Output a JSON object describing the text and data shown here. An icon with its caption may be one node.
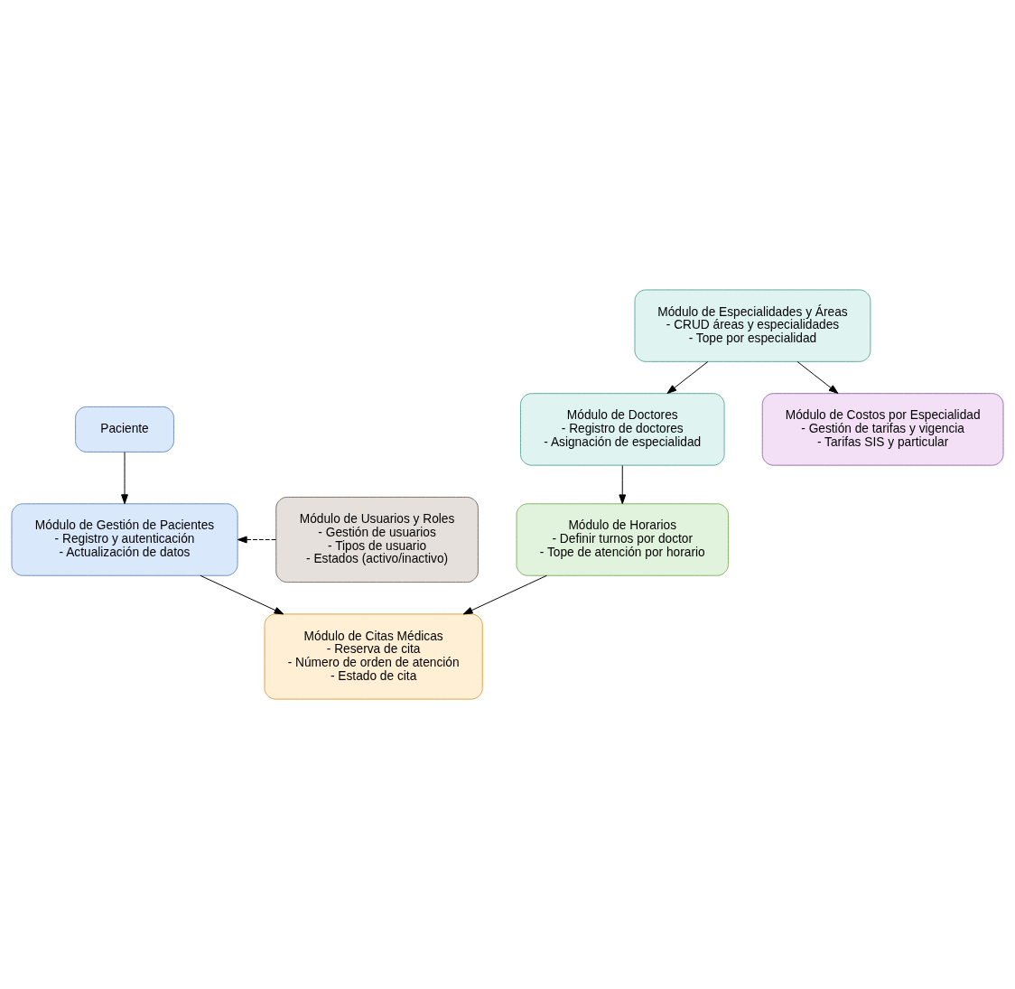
{
  "diagram": {
    "nodes": [
      {
        "text": [
          "Paciente"
        ]
      },
      {
        "text": [
          "Módulo de Usuarios y Roles",
          "- Gestión de usuarios",
          "- Tipos de usuario",
          "- Estados (activo/inactivo)"
        ]
      },
      {
        "text": [
          "Módulo de Gestión de Pacientes",
          "- Registro y autenticación",
          "- Actualización de datos"
        ]
      },
      {
        "text": [
          "Módulo de Citas Médicas",
          "- Reserva de cita",
          "- Número de orden de atención",
          "- Estado de cita"
        ]
      },
      {
        "text": [
          "Módulo de Especialidades y Áreas",
          "- CRUD áreas y especialidades",
          "- Tope por especialidad"
        ]
      },
      {
        "text": [
          "Módulo de Horarios",
          "- Definir turnos por doctor",
          "- Tope de atención por horario"
        ]
      },
      {
        "text": [
          "Módulo de Costos por Especialidad",
          "- Gestión de tarifas y vigencia",
          "- Tarifas SIS y particular"
        ]
      },
      {
        "text": [
          "Módulo de Doctores",
          "- Registro de doctores",
          "- Asignación de especialidad"
        ]
      }
    ],
    "edges": [
      {
        "from": 0,
        "to": 2,
        "arrow": "to"
      },
      {
        "from": 1,
        "to": 2,
        "arrow": "to",
        "style": "dashed"
      },
      {
        "from": 2,
        "to": 3,
        "arrow": "to"
      },
      {
        "from": 5,
        "to": 3,
        "arrow": "to"
      },
      {
        "from": 7,
        "to": 5,
        "arrow": "to"
      },
      {
        "from": 4,
        "to": 6,
        "arrow": "to"
      },
      {
        "from": 4,
        "to": 7,
        "arrow": "to"
      }
    ]
  }
}
